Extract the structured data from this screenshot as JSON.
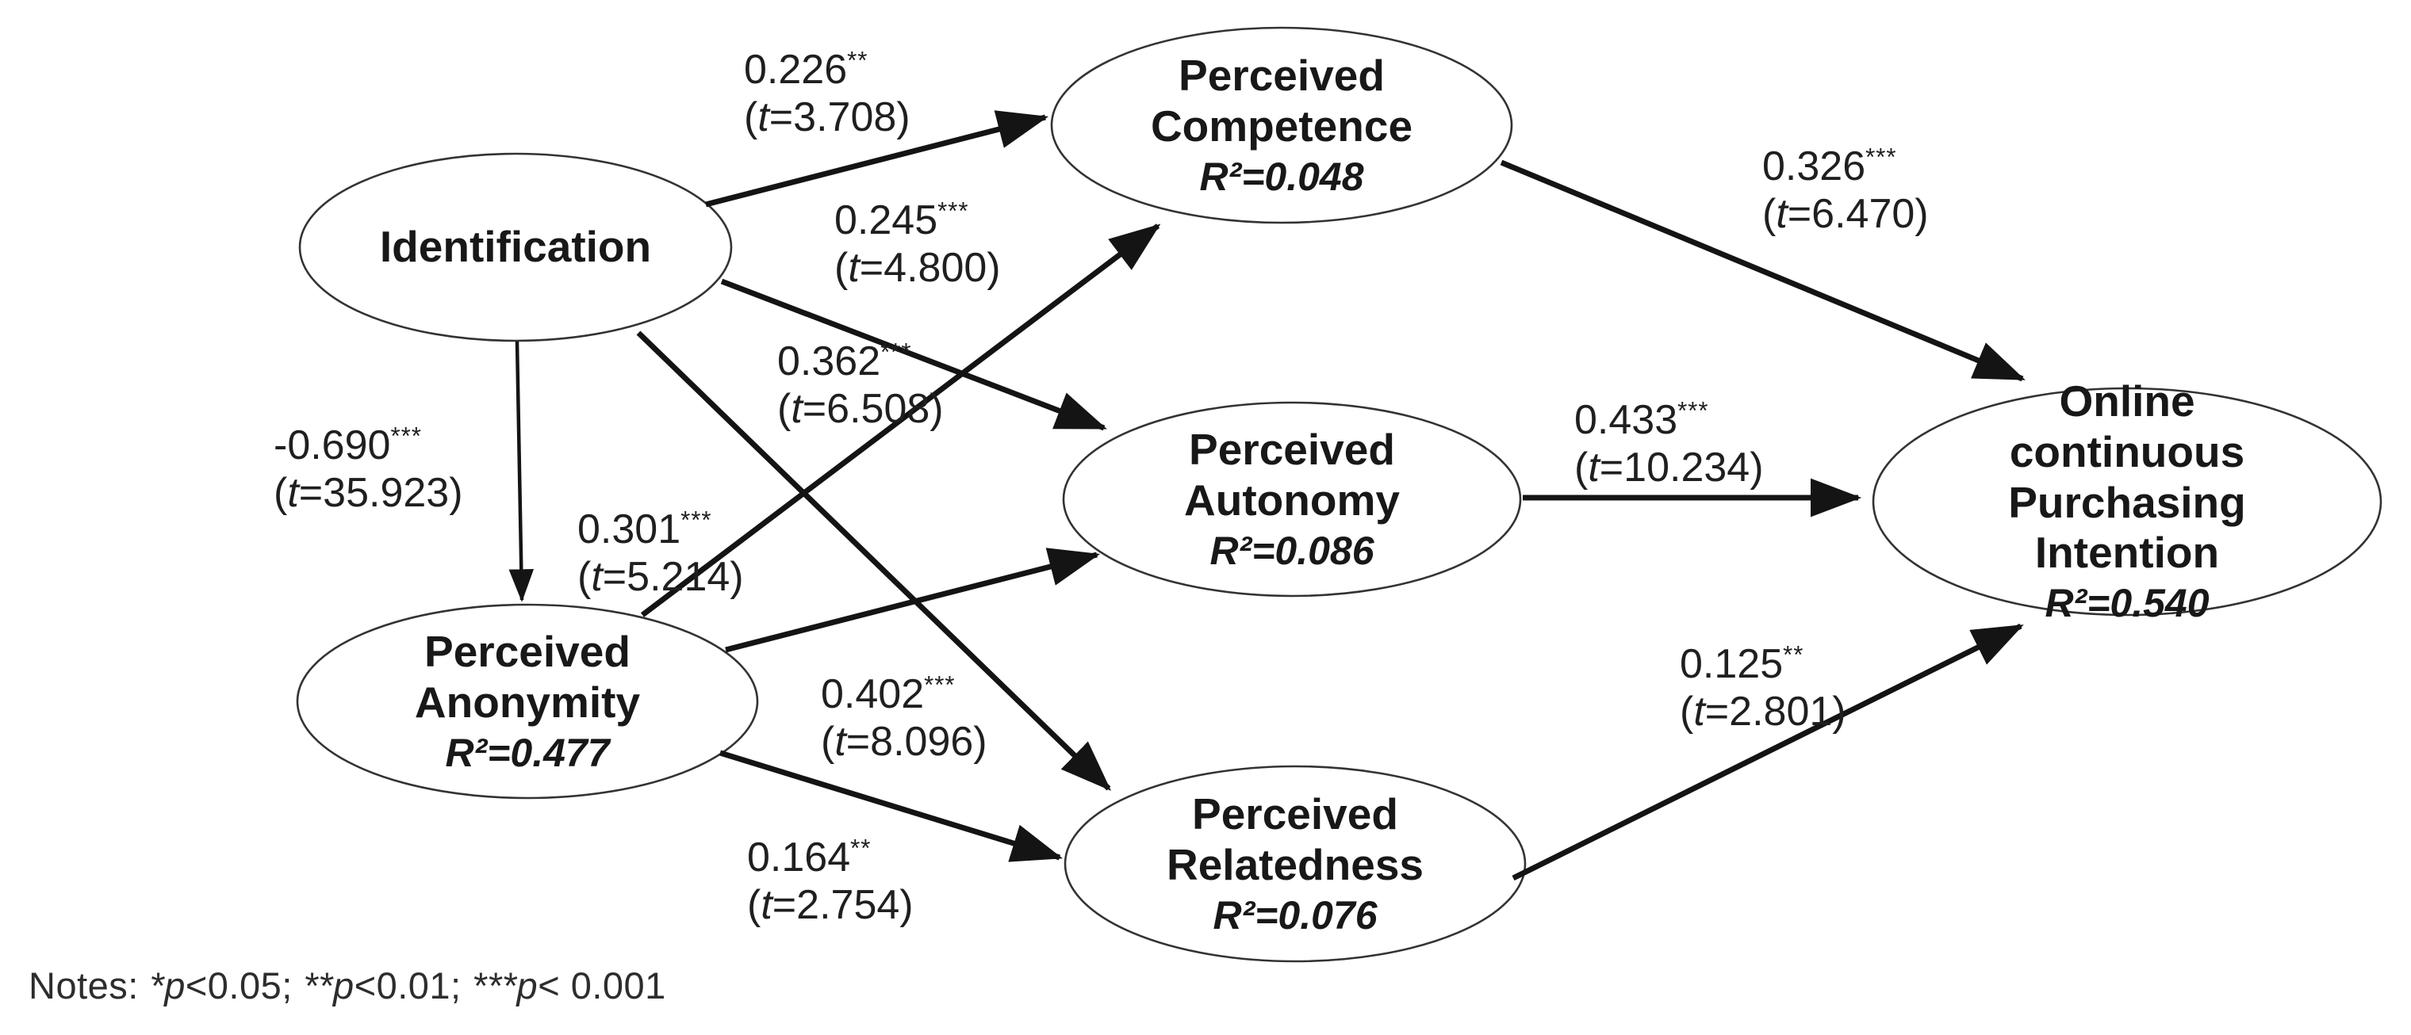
{
  "figure": {
    "background": "#ffffff",
    "line_color": "#141414",
    "ellipse_stroke_color": "#333333",
    "text_color": "#1f1f1f",
    "nodes": {
      "identification": {
        "name": "Identification",
        "r2": null
      },
      "competence": {
        "name": "Perceived\nCompetence",
        "r2": "R²=0.048"
      },
      "autonomy": {
        "name": "Perceived\nAutonomy",
        "r2": "R²=0.086"
      },
      "relatedness": {
        "name": "Perceived\nRelatedness",
        "r2": "R²=0.076"
      },
      "anonymity": {
        "name": "Perceived\nAnonymity",
        "r2": "R²=0.477"
      },
      "intention": {
        "name": "Online continuous\nPurchasing Intention",
        "r2": "R²=0.540"
      }
    },
    "edge_label_format": {
      "open": "(",
      "t_symbol": "t",
      "equals": "=",
      "close": ")"
    },
    "edges": [
      {
        "id": "id-competence",
        "from": "identification",
        "to": "competence",
        "coef": "0.226",
        "stars": "**",
        "t": "3.708"
      },
      {
        "id": "id-autonomy",
        "from": "identification",
        "to": "autonomy",
        "coef": "0.245",
        "stars": "***",
        "t": "4.800"
      },
      {
        "id": "id-relatedness",
        "from": "identification",
        "to": "relatedness",
        "coef": "0.362",
        "stars": "***",
        "t": "6.508"
      },
      {
        "id": "id-anonymity",
        "from": "identification",
        "to": "anonymity",
        "coef": "-0.690",
        "stars": "***",
        "t": "35.923"
      },
      {
        "id": "anonymity-competence",
        "from": "anonymity",
        "to": "competence",
        "coef": "0.301",
        "stars": "***",
        "t": "5.214"
      },
      {
        "id": "anonymity-autonomy",
        "from": "anonymity",
        "to": "autonomy",
        "coef": "0.402",
        "stars": "***",
        "t": "8.096"
      },
      {
        "id": "anonymity-relatedness",
        "from": "anonymity",
        "to": "relatedness",
        "coef": "0.164",
        "stars": "**",
        "t": "2.754"
      },
      {
        "id": "competence-intention",
        "from": "competence",
        "to": "intention",
        "coef": "0.326",
        "stars": "***",
        "t": "6.470"
      },
      {
        "id": "autonomy-intention",
        "from": "autonomy",
        "to": "intention",
        "coef": "0.433",
        "stars": "***",
        "t": "10.234"
      },
      {
        "id": "relatedness-intention",
        "from": "relatedness",
        "to": "intention",
        "coef": "0.125",
        "stars": "**",
        "t": "2.801"
      }
    ],
    "notes_parts": [
      {
        "text": "Notes: ",
        "style": "plain"
      },
      {
        "text": "*p",
        "style": "italic"
      },
      {
        "text": "<0.05; ",
        "style": "plain"
      },
      {
        "text": "**p",
        "style": "italic"
      },
      {
        "text": "<0.01; ",
        "style": "plain"
      },
      {
        "text": "***p",
        "style": "italic"
      },
      {
        "text": "< 0.001",
        "style": "plain"
      }
    ]
  }
}
